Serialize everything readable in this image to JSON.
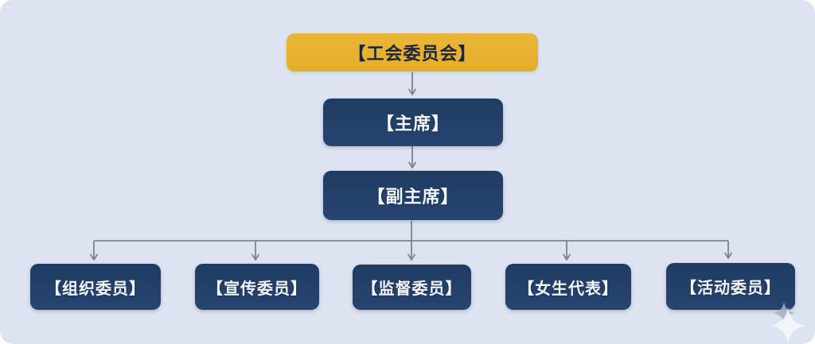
{
  "org": {
    "root": {
      "label": "【工会委员会】",
      "role": "union-committee"
    },
    "chairman": {
      "label": "【主席】",
      "role": "chairman"
    },
    "vice_chairman": {
      "label": "【副主席】",
      "role": "vice-chairman"
    },
    "leaves": [
      {
        "label": "【组织委员】",
        "role": "organization-commissioner"
      },
      {
        "label": "【宣传委员】",
        "role": "publicity-commissioner"
      },
      {
        "label": "【监督委员】",
        "role": "supervision-commissioner"
      },
      {
        "label": "【女生代表】",
        "role": "female-representative"
      },
      {
        "label": "【活动委员】",
        "role": "activity-commissioner"
      }
    ]
  },
  "colors": {
    "background": "#dde3f0",
    "root_box": "#e7b230",
    "root_text": "#1d2737",
    "node_box": "#223f68",
    "node_text": "#f3f6fa",
    "connector": "#7b8391",
    "sparkle": "#f2f5fa"
  }
}
